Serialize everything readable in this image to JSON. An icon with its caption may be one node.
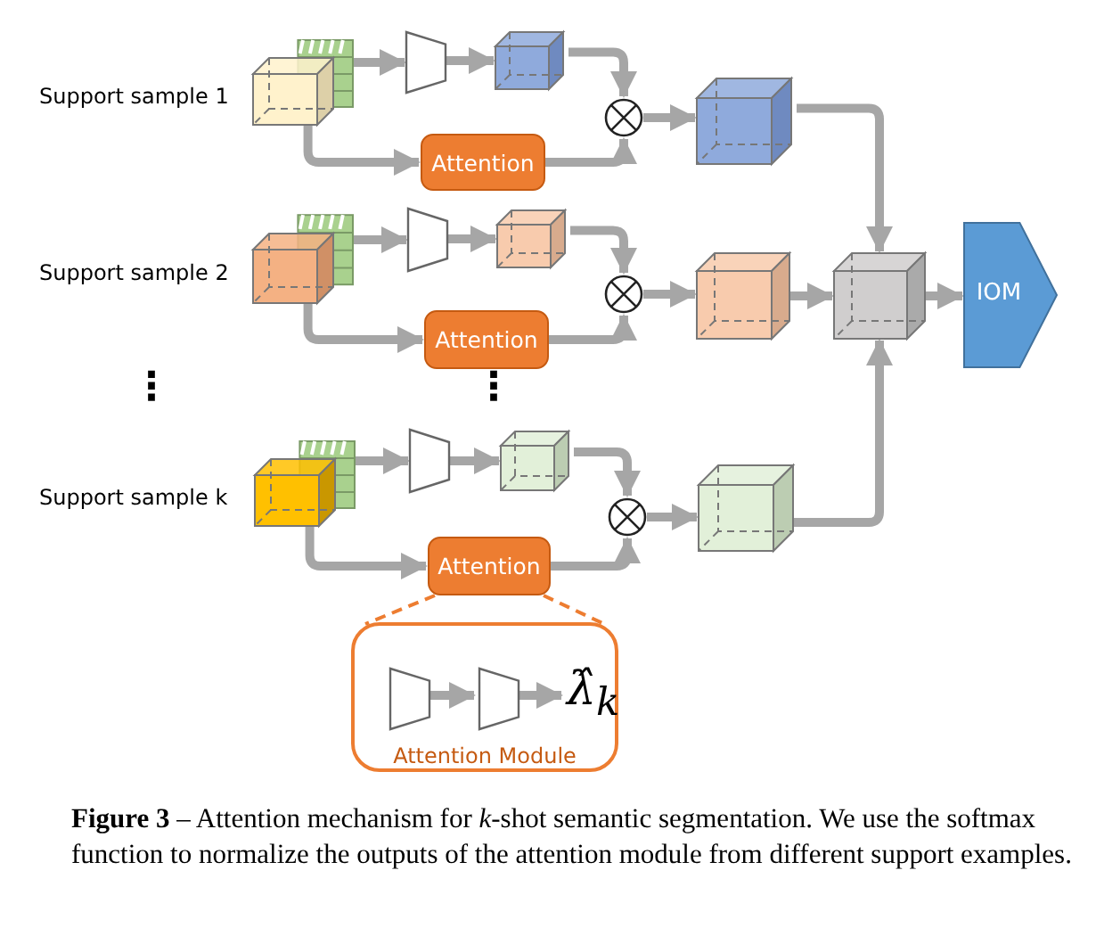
{
  "diagram": {
    "caption": "**Figure 3** – Attention mechanism for *k*-shot semantic segmentation. We use the softmax function to normalize the outputs of the attention module from different support examples.",
    "nodes": [
      {
        "text": [],
        "shape": "cube",
        "beside": [
          "Support sample 1"
        ]
      },
      {
        "text": [],
        "shape": "trapezoid"
      },
      {
        "text": [],
        "shape": "cube"
      },
      {
        "text": [],
        "shape": "circle"
      },
      {
        "text": [],
        "shape": "cube"
      },
      {
        "text": [
          "Attention"
        ]
      },
      {
        "text": [],
        "shape": "cube",
        "beside": [
          "Support sample 2"
        ]
      },
      {
        "text": [],
        "shape": "trapezoid"
      },
      {
        "text": [],
        "shape": "cube"
      },
      {
        "text": [],
        "shape": "circle"
      },
      {
        "text": [],
        "shape": "cube"
      },
      {
        "text": [],
        "shape": "cube"
      },
      {
        "text": [
          "IOM"
        ]
      },
      {
        "text": [
          "Attention"
        ]
      },
      {
        "text": [],
        "shape": "cube",
        "beside": [
          "Support sample k"
        ]
      },
      {
        "text": [],
        "shape": "trapezoid"
      },
      {
        "text": [],
        "shape": "cube"
      },
      {
        "text": [],
        "shape": "circle"
      },
      {
        "text": [],
        "shape": "cube"
      },
      {
        "text": [
          "Attention"
        ]
      },
      {
        "text": [
          "Attention Module"
        ]
      },
      {
        "text": [],
        "shape": "trapezoid",
        "in": 20
      },
      {
        "text": [],
        "shape": "trapezoid",
        "in": 20
      },
      {
        "text": [
          "λ̂$_{k}$"
        ],
        "in": 20
      }
    ],
    "edges": [
      {
        "from": 0,
        "to": 1,
        "arrow": "to"
      },
      {
        "from": 1,
        "to": 2,
        "arrow": "to"
      },
      {
        "from": 2,
        "to": 3,
        "arrow": "to"
      },
      {
        "from": 0,
        "to": 5,
        "arrow": "to"
      },
      {
        "from": 5,
        "to": 3,
        "arrow": "to"
      },
      {
        "from": 3,
        "to": 4,
        "arrow": "to"
      },
      {
        "from": 4,
        "to": 11,
        "arrow": "to"
      },
      {
        "from": 6,
        "to": 7,
        "arrow": "to"
      },
      {
        "from": 7,
        "to": 8,
        "arrow": "to"
      },
      {
        "from": 8,
        "to": 9,
        "arrow": "to"
      },
      {
        "from": 6,
        "to": 13,
        "arrow": "to"
      },
      {
        "from": 13,
        "to": 9,
        "arrow": "to"
      },
      {
        "from": 9,
        "to": 10,
        "arrow": "to"
      },
      {
        "from": 10,
        "to": 11,
        "arrow": "to"
      },
      {
        "from": 14,
        "to": 15,
        "arrow": "to"
      },
      {
        "from": 15,
        "to": 16,
        "arrow": "to"
      },
      {
        "from": 16,
        "to": 17,
        "arrow": "to"
      },
      {
        "from": 14,
        "to": 19,
        "arrow": "to"
      },
      {
        "from": 19,
        "to": 17,
        "arrow": "to"
      },
      {
        "from": 17,
        "to": 18,
        "arrow": "to"
      },
      {
        "from": 18,
        "to": 11,
        "arrow": "to"
      },
      {
        "from": 11,
        "to": 12,
        "arrow": "to"
      },
      {
        "from": 19,
        "to": 20,
        "arrow": "none",
        "style": "dashed",
        "color": "#ed7d31"
      },
      {
        "from": 19,
        "to": 20,
        "arrow": "none",
        "style": "dashed",
        "color": "#ed7d31"
      },
      {
        "from": 21,
        "to": 22,
        "arrow": "to"
      },
      {
        "from": 22,
        "to": 23,
        "arrow": "to"
      }
    ],
    "labels": [
      "⋮",
      "⋮"
    ]
  }
}
